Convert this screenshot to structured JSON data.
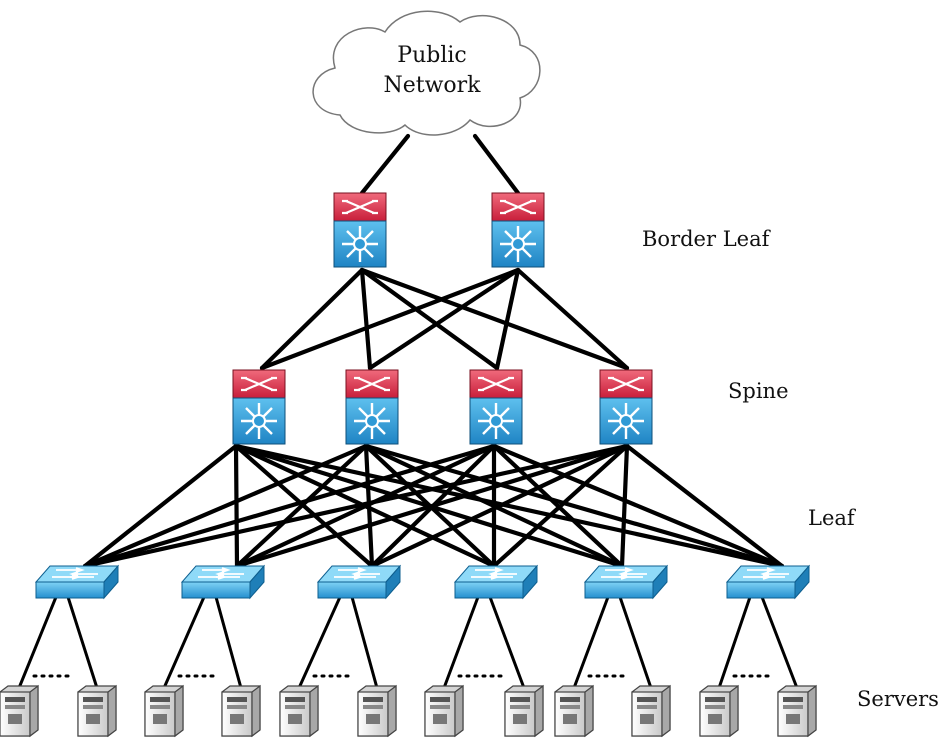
{
  "cloud": {
    "line1": "Public",
    "line2": "Network"
  },
  "labels": {
    "border_leaf": "Border Leaf",
    "spine": "Spine",
    "leaf": "Leaf",
    "servers": "Servers"
  },
  "colors": {
    "switch_top": "#d9304a",
    "switch_bottom": "#2f9ad6",
    "leaf_switch": "#3aa5dc",
    "server": "#e9e9e9",
    "link": "#000000"
  }
}
